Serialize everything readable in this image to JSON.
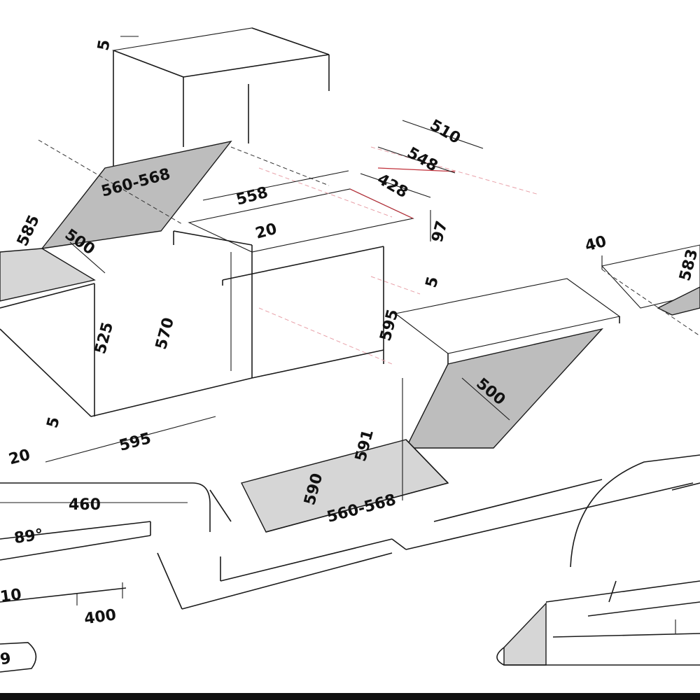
{
  "colors": {
    "line": "#1a1a1a",
    "panel_gray": "#bdbdbd",
    "panel_light": "#d6d6d6",
    "accent_red": "#c0303a",
    "guide_pink": "#e8a0a8"
  },
  "dimensions": {
    "d_top_gap": "5",
    "d_width_gray": "560-568",
    "d_left_depth": "585",
    "d_left_500": "500",
    "d_height_525": "525",
    "d_height_570": "570",
    "d_small_5": "5",
    "d_width_595": "595",
    "d_left_20": "20",
    "d_top_510": "510",
    "d_548": "548",
    "d_428": "428",
    "d_558": "558",
    "d_20_mid": "20",
    "d_97": "97",
    "d_40_right": "40",
    "d_583": "583",
    "d_5_mid": "5",
    "d_595_vert": "595",
    "d_500_right": "500",
    "d_591": "591",
    "d_590": "590",
    "d_width_gray_lower": "560-568",
    "d_460": "460",
    "d_angle": "89°",
    "d_10_lower": "10",
    "d_400": "400",
    "d_9_bottom": "9"
  }
}
